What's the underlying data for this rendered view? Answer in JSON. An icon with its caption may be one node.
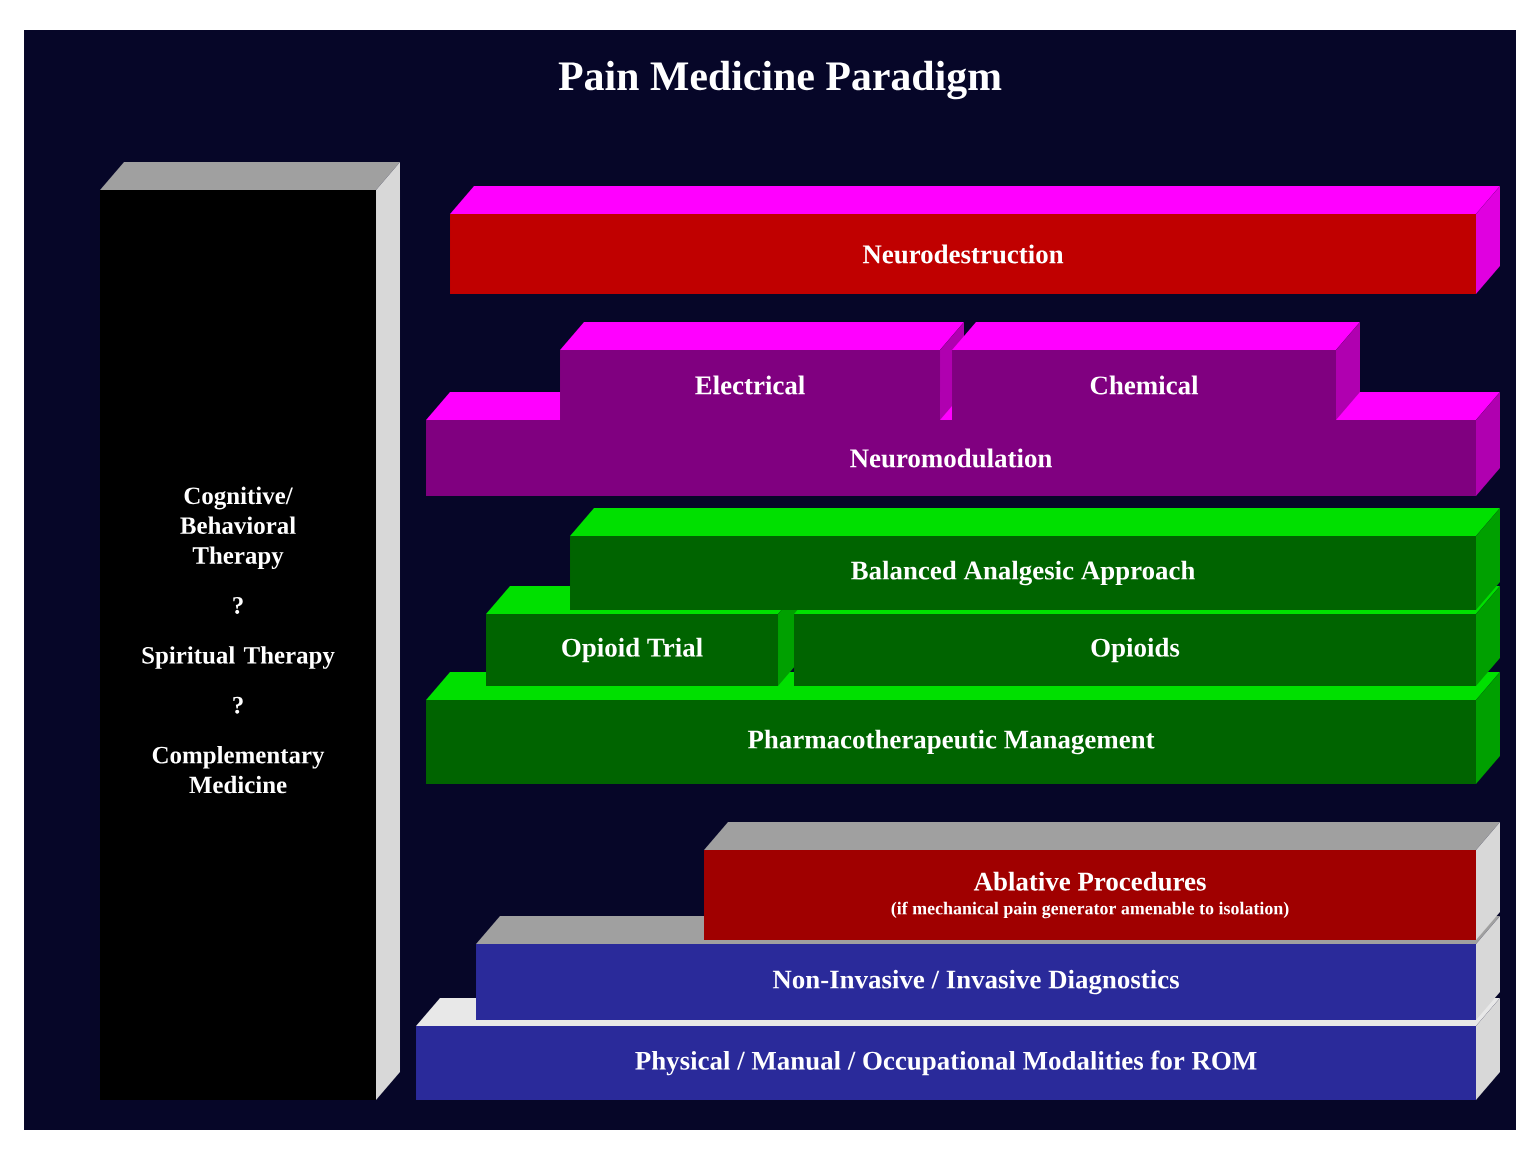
{
  "diagram": {
    "title": "Pain Medicine Paradigm",
    "nodes": [
      {
        "text": [
          "Cognitive/ Behavioral Therapy",
          "?",
          "Spiritual Therapy",
          "?",
          "Complementary Medicine"
        ]
      },
      {
        "text": [
          "Neurodestruction"
        ]
      },
      {
        "text": [
          "Electrical"
        ]
      },
      {
        "text": [
          "Chemical"
        ]
      },
      {
        "text": [
          "Neuromodulation"
        ]
      },
      {
        "text": [
          "Balanced Analgesic Approach"
        ]
      },
      {
        "text": [
          "Opioid Trial"
        ]
      },
      {
        "text": [
          "Opioids"
        ]
      },
      {
        "text": [
          "Pharmacotherapeutic Management"
        ]
      },
      {
        "text": [
          "Ablative Procedures",
          "(if mechanical pain generator amenable to isolation)"
        ]
      },
      {
        "text": [
          "Non-Invasive / Invasive Diagnostics"
        ]
      },
      {
        "text": [
          "Physical / Manual / Occupational Modalities for ROM"
        ]
      }
    ]
  }
}
